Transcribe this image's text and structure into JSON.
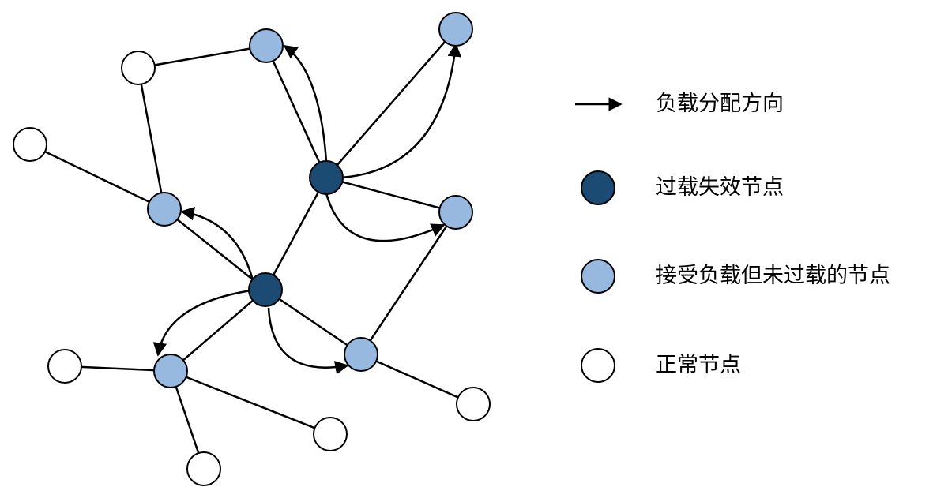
{
  "legend": {
    "arrow_label": "负载分配方向",
    "failed_label": "过载失效节点",
    "loaded_label": "接受负载但未过载的节点",
    "normal_label": "正常节点"
  },
  "colors": {
    "failed": "#1b4a72",
    "loaded": "#97b9e0",
    "normal": "#ffffff",
    "stroke": "#000000"
  }
}
